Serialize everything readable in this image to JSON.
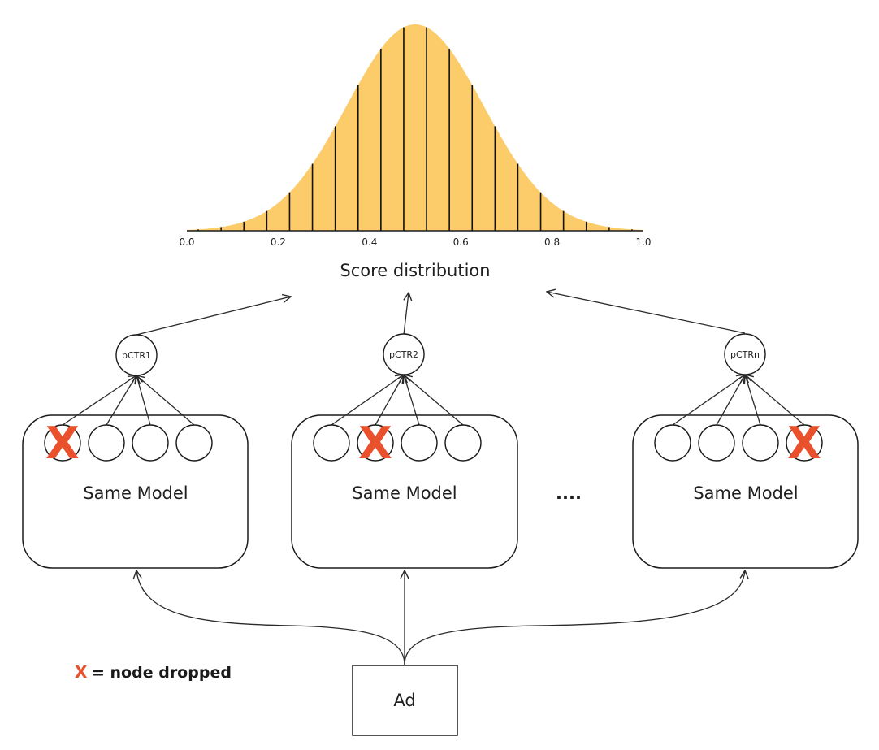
{
  "colors": {
    "curve_fill": "#FCCB6A",
    "drop_mark": "#E9502C",
    "ink": "#1b1b1b"
  },
  "distribution": {
    "title": "Score distribution",
    "x_ticks": [
      "0.0",
      "0.2",
      "0.4",
      "0.6",
      "0.8",
      "1.0"
    ]
  },
  "models": [
    {
      "label": "Same Model",
      "output": "pCTR1",
      "dropped_node": 1
    },
    {
      "label": "Same Model",
      "output": "pCTR2",
      "dropped_node": 2
    },
    {
      "label": "Same Model",
      "output": "pCTRn",
      "dropped_node": 4
    }
  ],
  "ellipsis": "....",
  "input": {
    "label": "Ad"
  },
  "legend": {
    "symbol": "X",
    "text": "= node dropped"
  }
}
